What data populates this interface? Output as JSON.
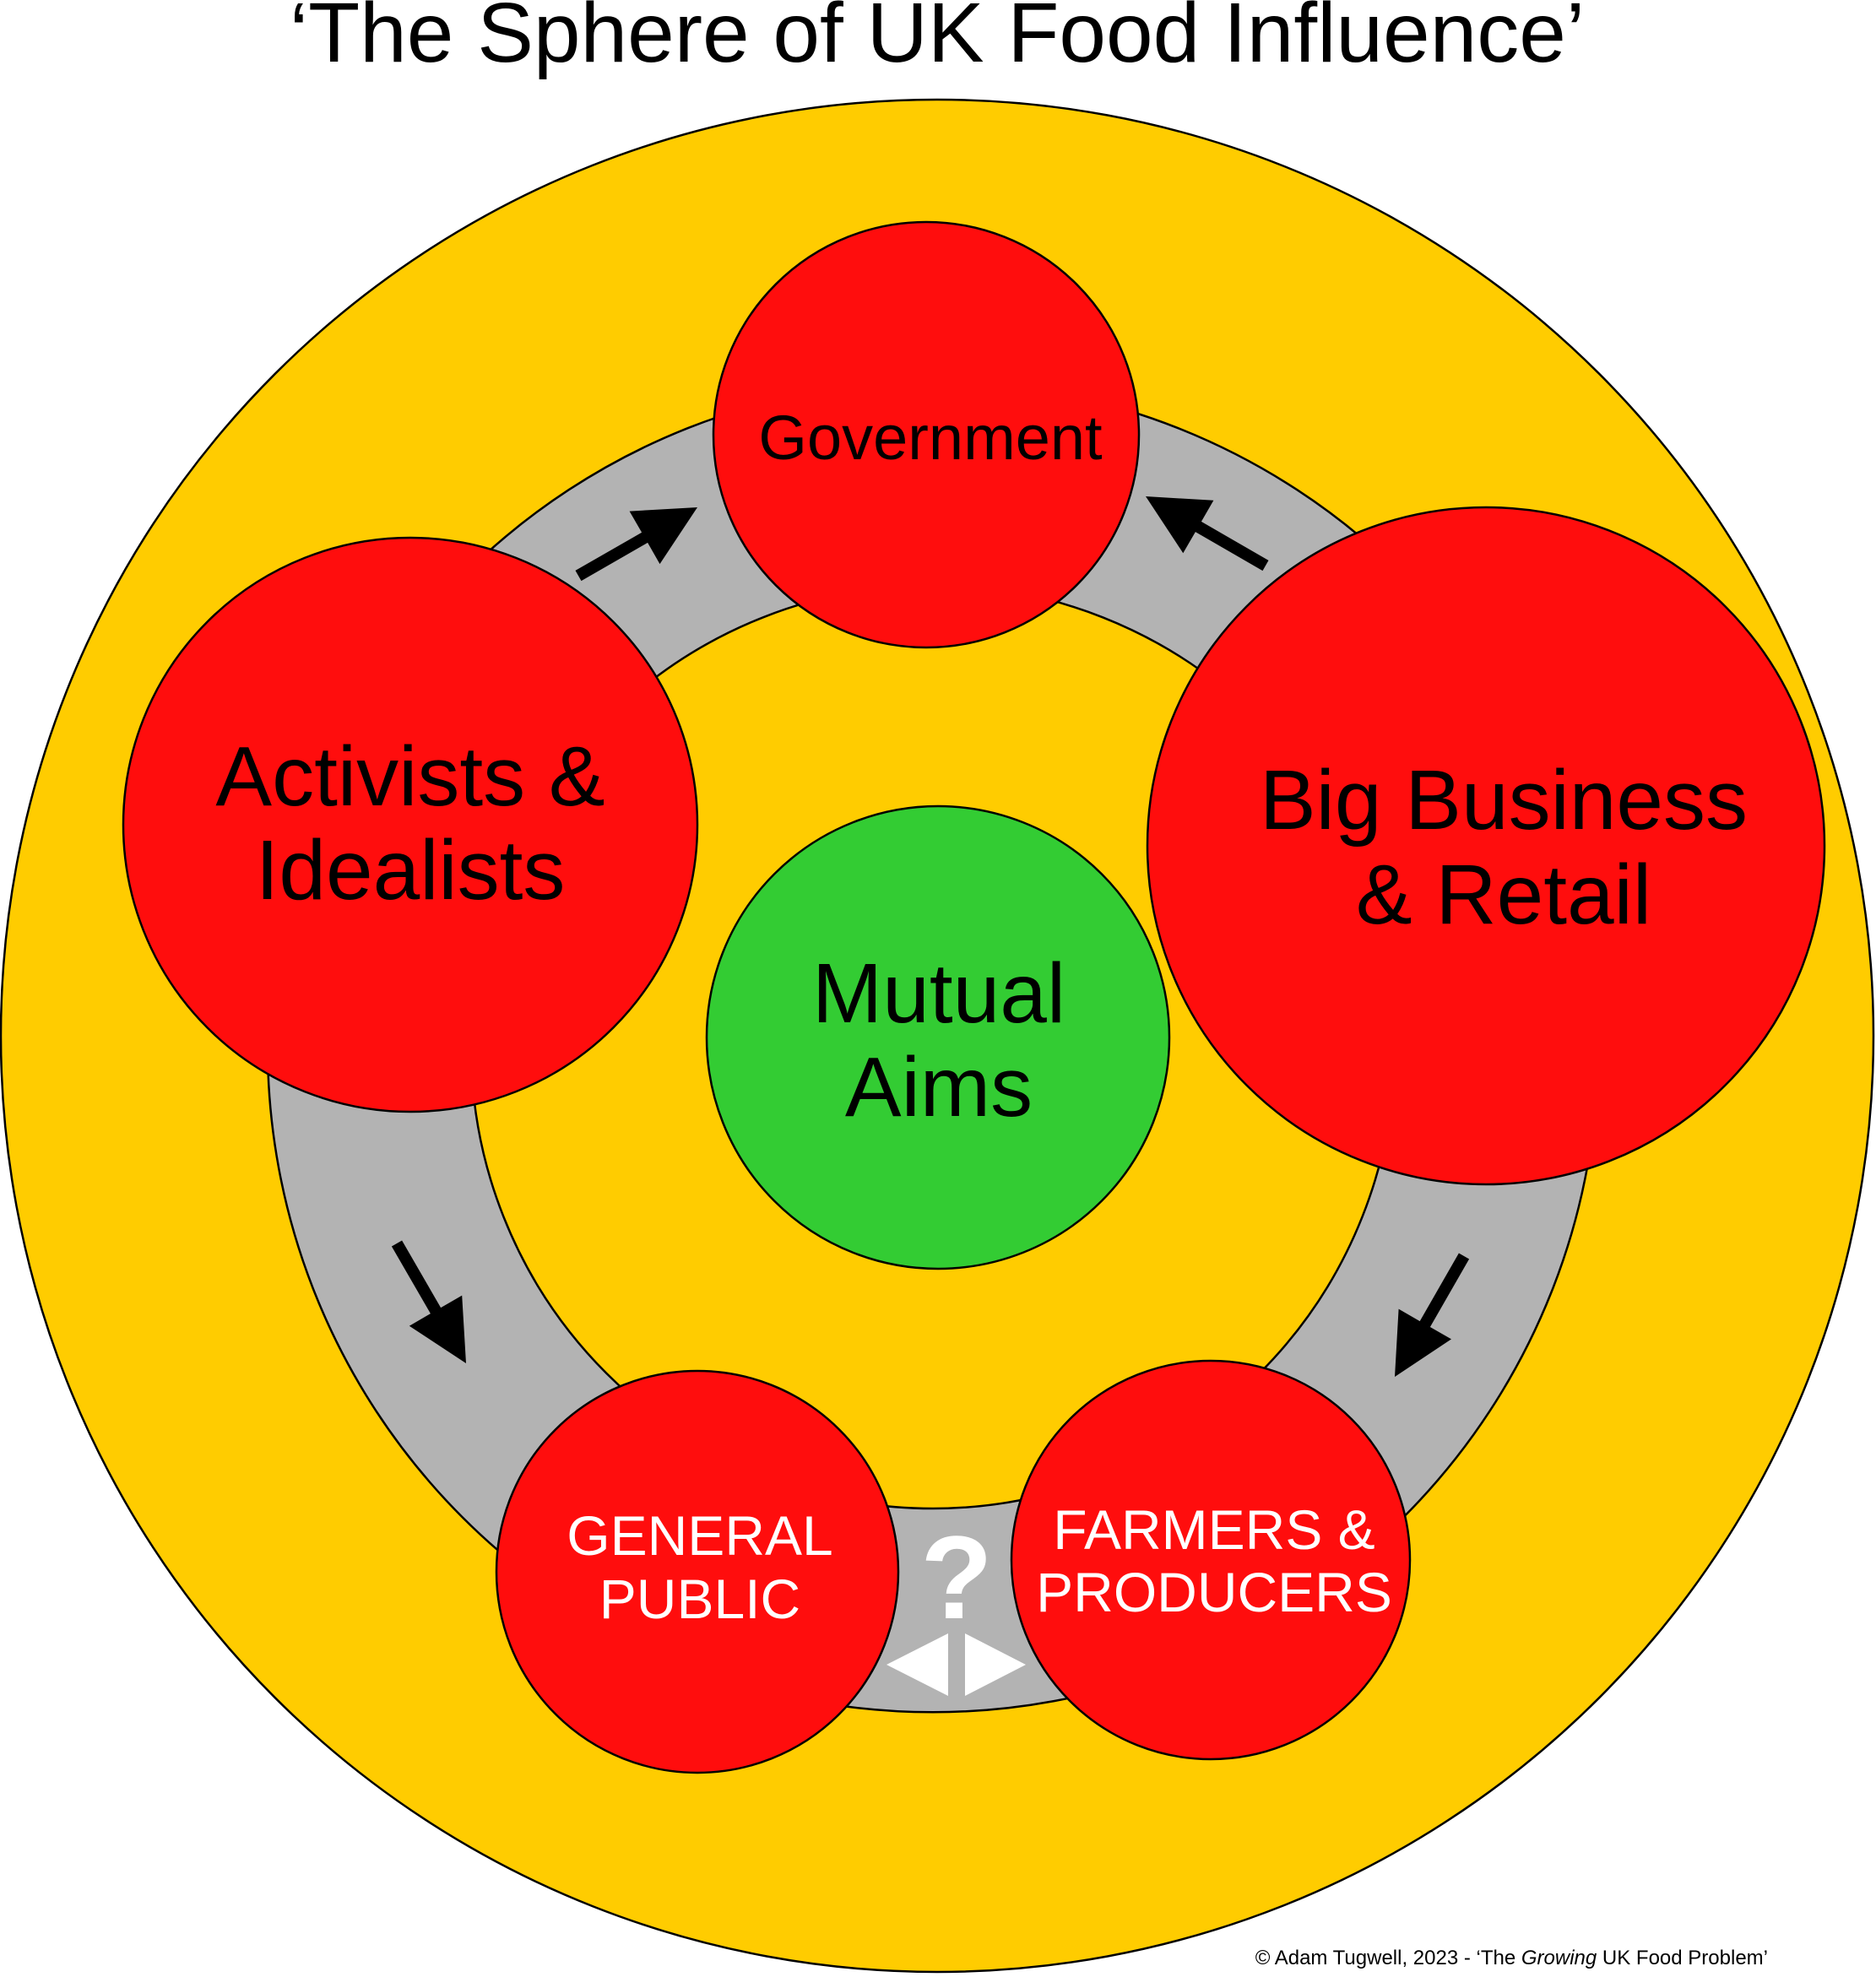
{
  "title": "‘The Sphere of UK Food Influence’",
  "colors": {
    "outer_sphere": "#FFCC00",
    "flow_ring": "#B3B3B3",
    "stakeholder": "#FF0D0D",
    "mutual_aims": "#33CC33",
    "arrows": "#000000",
    "uncertain_link": "#FFFFFF"
  },
  "center": {
    "lines": [
      "Mutual",
      "Aims"
    ]
  },
  "stakeholders": [
    {
      "id": "government",
      "lines": [
        "Government"
      ]
    },
    {
      "id": "big-business",
      "lines": [
        "Big Business",
        "& Retail"
      ]
    },
    {
      "id": "farmers",
      "lines": [
        "FARMERS &",
        "PRODUCERS"
      ]
    },
    {
      "id": "general-public",
      "lines": [
        "GENERAL",
        "PUBLIC"
      ]
    },
    {
      "id": "activists",
      "lines": [
        "Activists &",
        "Idealists"
      ]
    }
  ],
  "flows": [
    {
      "from": "Activists & Idealists",
      "to": "Government"
    },
    {
      "from": "Big Business & Retail",
      "to": "Government"
    },
    {
      "from": "Activists & Idealists",
      "to": "General Public"
    },
    {
      "from": "Big Business & Retail",
      "to": "Farmers & Producers"
    }
  ],
  "uncertain_link": {
    "between": [
      "General Public",
      "Farmers & Producers"
    ],
    "symbol": "?"
  },
  "footer": {
    "prefix": "© Adam Tugwell, 2023 - ‘The ",
    "emphasis": "Growing",
    "suffix": " UK Food Problem’"
  }
}
